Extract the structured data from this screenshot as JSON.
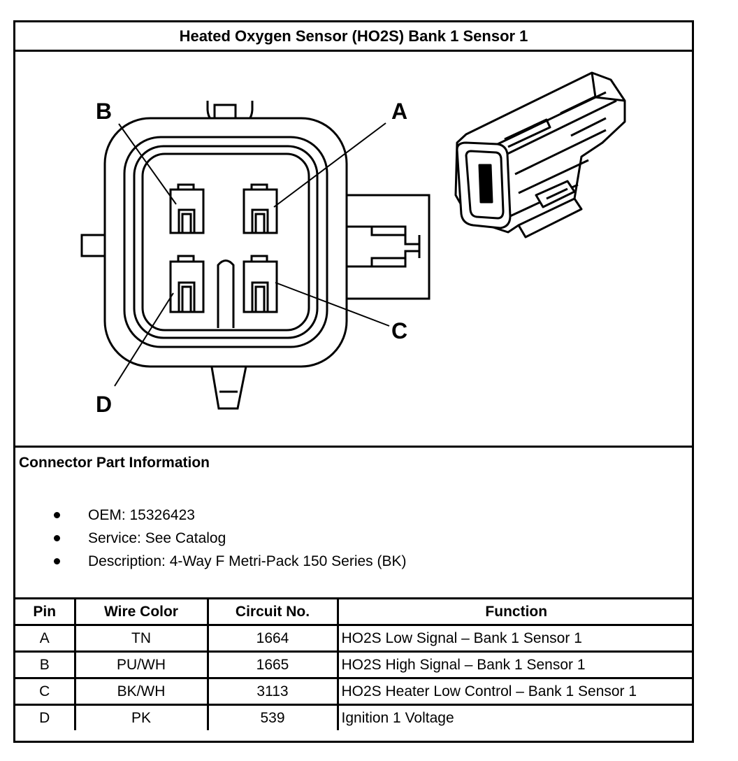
{
  "title": "Heated Oxygen Sensor (HO2S) Bank 1 Sensor 1",
  "diagram": {
    "pin_labels": [
      "A",
      "B",
      "C",
      "D"
    ]
  },
  "connector_info": {
    "heading": "Connector Part Information",
    "items": [
      "OEM: 15326423",
      "Service: See Catalog",
      "Description: 4-Way F Metri-Pack 150 Series (BK)"
    ]
  },
  "pin_table": {
    "headers": [
      "Pin",
      "Wire Color",
      "Circuit No.",
      "Function"
    ],
    "rows": [
      [
        "A",
        "TN",
        "1664",
        "HO2S Low Signal – Bank 1 Sensor 1"
      ],
      [
        "B",
        "PU/WH",
        "1665",
        "HO2S High Signal – Bank 1 Sensor 1"
      ],
      [
        "C",
        "BK/WH",
        "3113",
        "HO2S Heater Low Control – Bank 1 Sensor 1"
      ],
      [
        "D",
        "PK",
        "539",
        "Ignition 1 Voltage"
      ]
    ]
  }
}
